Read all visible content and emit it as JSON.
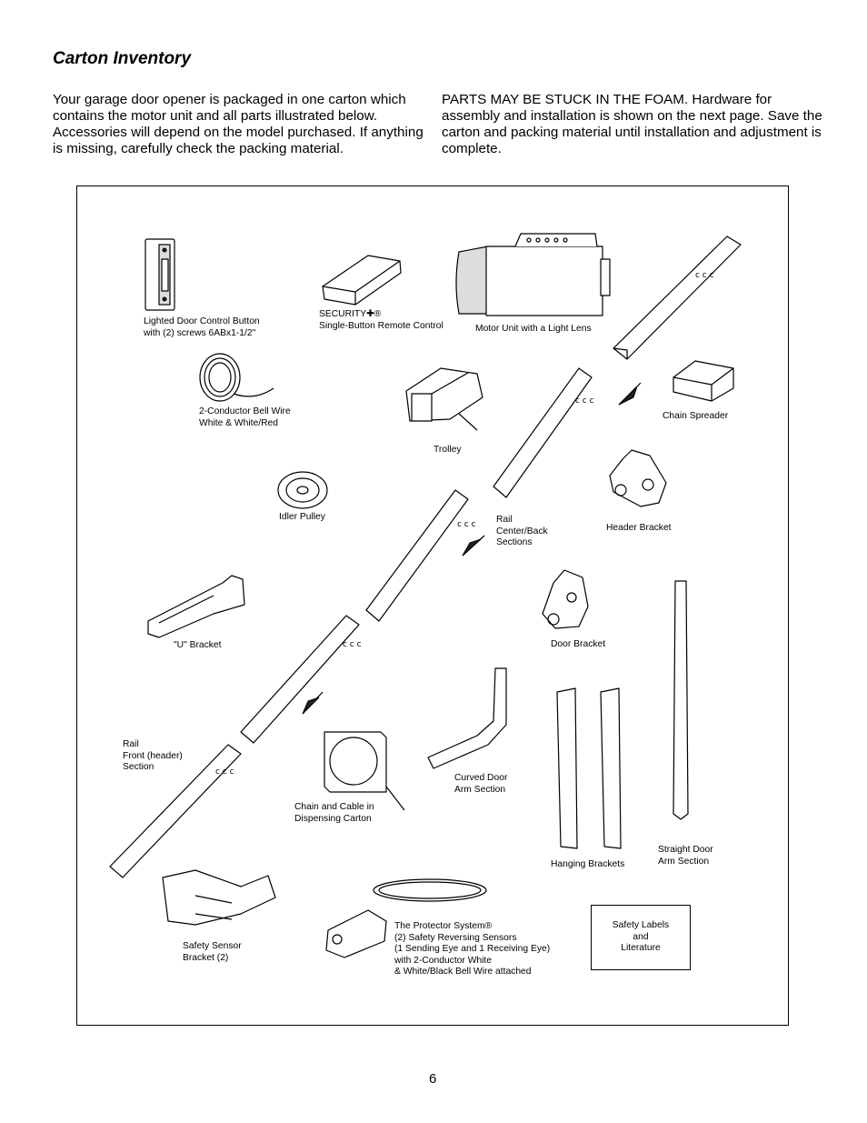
{
  "heading": "Carton Inventory",
  "intro": {
    "left": "Your garage door opener is packaged in one carton which contains the motor unit and all parts illustrated below. Accessories will depend on the model purchased. If anything is missing, carefully check the packing material.",
    "right": "PARTS MAY BE STUCK IN THE FOAM. Hardware for assembly and installation is shown on the next page. Save the carton and packing material until installation and adjustment is complete."
  },
  "labels": {
    "door_control": "Lighted Door Control Button\nwith (2) screws 6ABx1-1/2\"",
    "remote": "SECURITY✚®\nSingle-Button Remote Control",
    "motor": "Motor Unit with a Light Lens",
    "bell_wire": "2-Conductor Bell Wire\nWhite & White/Red",
    "trolley": "Trolley",
    "chain_spreader": "Chain Spreader",
    "idler_pulley": "Idler Pulley",
    "rail_center": "Rail\nCenter/Back\nSections",
    "header_bracket": "Header Bracket",
    "u_bracket": "\"U\" Bracket",
    "door_bracket": "Door Bracket",
    "rail_front": "Rail\nFront (header)\nSection",
    "curved_arm": "Curved Door\nArm Section",
    "chain_carton": "Chain and Cable in\nDispensing Carton",
    "hanging_brackets": "Hanging Brackets",
    "straight_arm": "Straight Door\nArm Section",
    "sensor_bracket": "Safety Sensor\nBracket (2)",
    "protector": "The Protector System®\n(2) Safety Reversing Sensors\n(1 Sending Eye and 1 Receiving Eye)\nwith 2-Conductor White\n& White/Black Bell Wire attached",
    "safety_labels": "Safety Labels\nand\nLiterature"
  },
  "page_number": "6"
}
